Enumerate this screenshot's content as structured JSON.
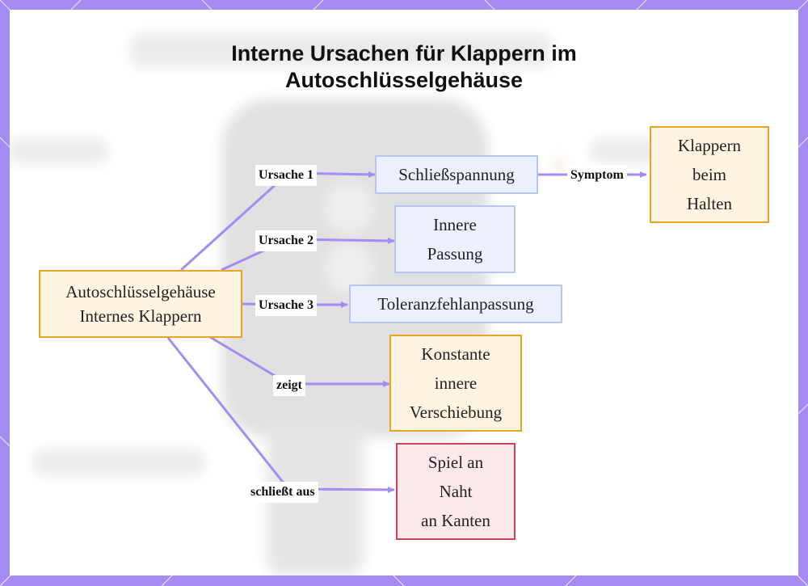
{
  "diagram": {
    "title_lines": [
      "Interne Ursachen für Klappern im",
      "Autoschlüsselgehäuse"
    ],
    "nodes": {
      "root": {
        "lines": [
          "Autoschlüsselgehäuse",
          "Internes Klappern"
        ]
      },
      "schliess": {
        "lines": [
          "Schließspannung"
        ]
      },
      "klappern": {
        "lines": [
          "Klappern",
          "beim",
          "Halten"
        ]
      },
      "passung": {
        "lines": [
          "Innere",
          "Passung"
        ]
      },
      "toleranz": {
        "lines": [
          "Toleranzfehlanpassung"
        ]
      },
      "konstante": {
        "lines": [
          "Konstante",
          "innere",
          "Verschiebung"
        ]
      },
      "spiel": {
        "lines": [
          "Spiel an",
          "Naht",
          "an Kanten"
        ]
      }
    },
    "edges": {
      "ursache1": "Ursache 1",
      "ursache2": "Ursache 2",
      "ursache3": "Ursache 3",
      "symptom": "Symptom",
      "zeigt": "zeigt",
      "schliesst_aus": "schließt aus"
    },
    "colors": {
      "frame": "#a48cf2",
      "edge": "#a48cf2",
      "orange_fill": "#fff3e2",
      "orange_border": "#e8a523",
      "blue_fill": "#edf1fd",
      "blue_border": "#b9c4ef",
      "red_fill": "#fde8ec",
      "red_border": "#cf4354"
    }
  }
}
